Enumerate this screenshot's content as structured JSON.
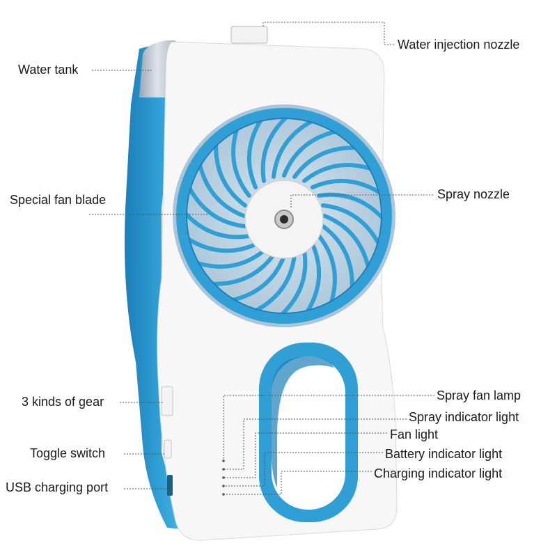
{
  "diagram": {
    "colors": {
      "body_white": "#f6f6f6",
      "accent_blue": "#2f9fd6",
      "dark_blue": "#1c7fb8",
      "tank_gray": "#c9d1da"
    },
    "labels": {
      "water_injection_nozzle": "Water injection nozzle",
      "water_tank": "Water tank",
      "special_fan_blade": "Special fan blade",
      "spray_nozzle": "Spray nozzle",
      "three_kinds_of_gear": "3 kinds of gear",
      "toggle_switch": "Toggle switch",
      "usb_charging_port": "USB charging port",
      "spray_fan_lamp": "Spray fan lamp",
      "spray_indicator_light": "Spray indicator light",
      "fan_light": "Fan light",
      "battery_indicator_light": "Battery indicator light",
      "charging_indicator_light": "Charging indicator light"
    }
  }
}
